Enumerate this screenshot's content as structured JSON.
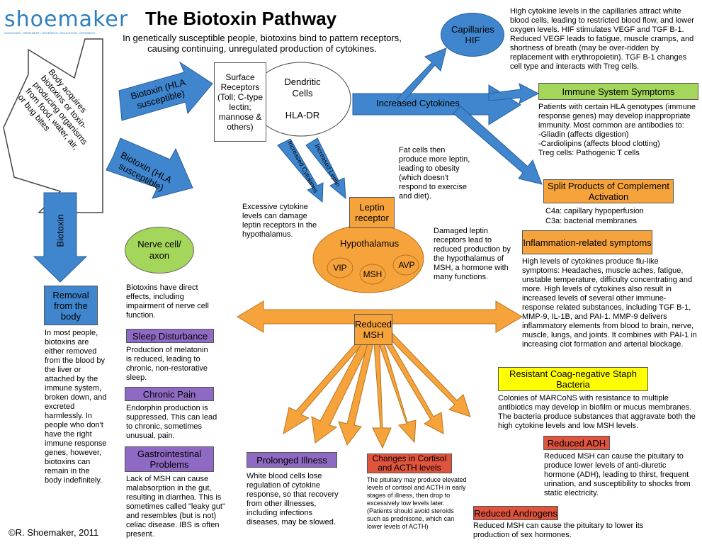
{
  "logo": {
    "name": "shoemaker",
    "tagline": "DIAGNOSIS • TREATMENT • RESEARCH • EDUCATION • GENOMICS"
  },
  "title": "The Biotoxin Pathway",
  "subtitle": "In genetically susceptible people, biotoxins bind to pattern receptors, causing continuing, unregulated production of cytokines.",
  "body_acquires": "Body acquires biotoxins or toxin-producing organisms from food, water, air, or bug bites",
  "arrows": {
    "biotoxin_hla_1": "Biotoxin (HLA susceptible)",
    "biotoxin_hla_2": "Biotoxin (HLA susceptible)",
    "biotoxin_down": "Biotoxin",
    "increased_cytokines": "Increased Cytokines",
    "increased_cytokines_small": "Increased Cytokines",
    "increased_leptin": "Increased Leptin"
  },
  "surface_receptors": "Surface Receptors (Toll; C-type lectin; mannose & others)",
  "dendritic": {
    "label": "Dendritic Cells",
    "hla": "HLA-DR"
  },
  "capillaries": "Capillaries HIF",
  "capillaries_text": "High cytokine levels in the capillaries attract white blood cells, leading to restricted blood flow, and lower oxygen levels. HIF stimulates VEGF and TGF B-1. Reduced VEGF leads to fatigue, muscle cramps, and shortness of breath (may be over-ridden by replacement with erythropoietin). TGF B-1 changes cell type and interacts with Treg cells.",
  "immune": {
    "title": "Immune System Symptoms",
    "text": "Patients with certain HLA genotypes (immune response genes) may develop inappropriate immunity. Most common are antibodies to:",
    "items": [
      "-Gliadin (affects digestion)",
      "-Cardiolipins (affects blood clotting)",
      "Treg cells: Pathogenic T cells"
    ]
  },
  "split": {
    "title": "Split Products of Complement Activation",
    "c4a": "C4a: capillary hypoperfusion",
    "c3a": "C3a: bacterial membranes"
  },
  "inflammation": {
    "title": "Inflammation-related symptoms",
    "text": "High levels of cytokines produce flu-like symptoms: Headaches, muscle aches, fatigue, unstable temperature, difficulty concentrating and more. High levels of cytokines also result in increased levels of several other immune-response related substances, including TGF B-1, MMP-9, IL-1B, and PAI-1. MMP-9 delivers inflammatory elements from blood to brain, nerve, muscle, lungs, and joints. It combines with PAI-1 in increasing clot formation and arterial blockage."
  },
  "fat_cells": "Fat cells then produce more leptin, leading to obesity (which doesn't respond to exercise and diet).",
  "excessive": "Excessive cytokine levels can damage leptin receptors in the hypothalamus.",
  "leptin_receptor": "Leptin receptor",
  "hypothalamus": {
    "label": "Hypothalamus",
    "vip": "VIP",
    "msh": "MSH",
    "avp": "AVP"
  },
  "damaged_leptin": "Damaged leptin receptors lead to reduced production by the hypothalamus of MSH, a hormone with many functions.",
  "nerve": {
    "title": "Nerve cell/ axon",
    "text": "Biotoxins have direct effects, including impairment of nerve cell function."
  },
  "removal": {
    "title": "Removal from the body",
    "text": "In most people, biotoxins are either removed from the blood by the liver or attached by the immune system, broken down, and excreted harmlessly. In people who don't have the right immune response genes, however, biotoxins can remain in the body indefinitely."
  },
  "reduced_msh": "Reduced MSH",
  "sleep": {
    "title": "Sleep Disturbance",
    "text": "Production of melatonin is reduced, leading to chronic, non-restorative sleep."
  },
  "pain": {
    "title": "Chronic Pain",
    "text": "Endorphin production is suppressed. This can lead to chronic, sometimes unusual, pain."
  },
  "gi": {
    "title": "Gastrointestinal Problems",
    "text": "Lack of MSH can cause malabsorption in the gut, resulting in diarrhea. This is sometimes called \"leaky gut\" and resembles (but is not) celiac disease. IBS is often present."
  },
  "prolonged": {
    "title": "Prolonged Illness",
    "text": "White blood cells lose regulation of cytokine response, so that recovery from other illnesses, including infections diseases, may be slowed."
  },
  "cortisol": {
    "title": "Changes in Cortisol and ACTH levels",
    "text": "The pituitary may produce elevated levels of cortisol and ACTH in early stages of illness, then drop to excessively low levels later. (Patients should avoid steroids such as prednisone, which can lower levels of ACTH)"
  },
  "staph": {
    "title": "Resistant Coag-negative Staph Bacteria",
    "text": "Colonies of MARCoNS with resistance to multiple antibiotics may develop in biofilm or mucus membranes. The bacteria produce substances that aggravate both the high cytokine levels and low MSH levels."
  },
  "adh": {
    "title": "Reduced ADH",
    "text": "Reduced MSH can cause the pituitary to produce lower levels of anti-diuretic hormone (ADH), leading to thirst, frequent urination, and susceptibility to shocks from static electricity."
  },
  "androgens": {
    "title": "Reduced Androgens",
    "text": "Reduced MSH can cause the pituitary to lower its production of sex hormones."
  },
  "copyright": "©R. Shoemaker, 2011",
  "colors": {
    "blue": "#3f86cf",
    "orange": "#f6a33b",
    "purple": "#8f6ac4",
    "green": "#a3d65a",
    "yellow": "#ffff00",
    "red": "#e0533d"
  }
}
